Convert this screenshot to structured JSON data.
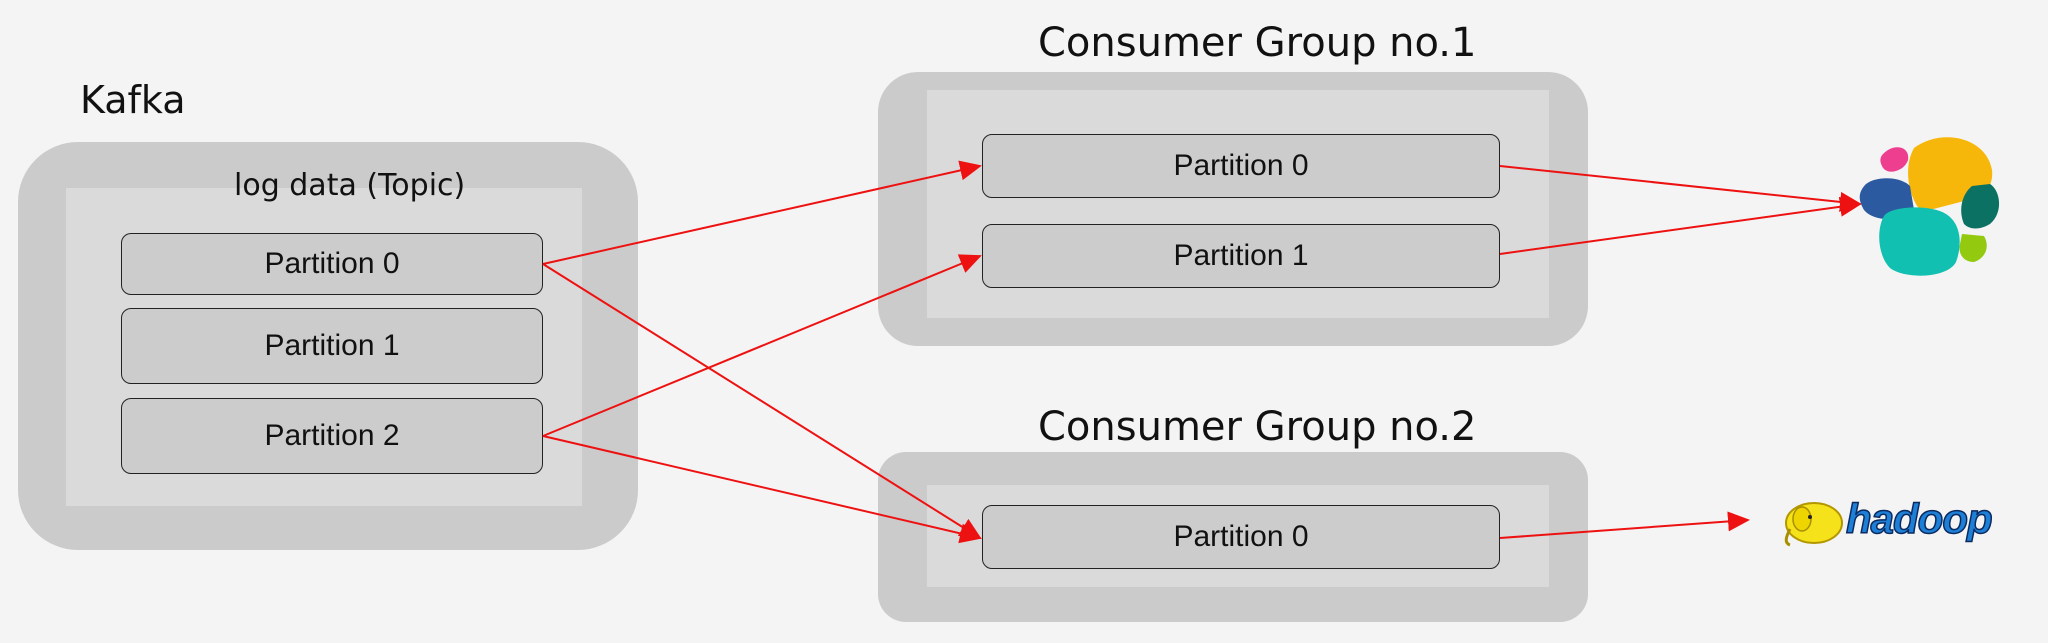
{
  "kafka": {
    "title": "Kafka",
    "topic_label": "log data (Topic)",
    "partitions": [
      "Partition 0",
      "Partition 1",
      "Partition 2"
    ]
  },
  "group1": {
    "title": "Consumer Group no.1",
    "partitions": [
      "Partition 0",
      "Partition 1"
    ]
  },
  "group2": {
    "title": "Consumer Group no.2",
    "partitions": [
      "Partition 0"
    ]
  },
  "sinks": {
    "top_icon": "elasticsearch-logo-icon",
    "bottom_logo_text": "hadoop"
  },
  "colors": {
    "arrow": "#ee1111",
    "background": "#f4f4f4"
  }
}
